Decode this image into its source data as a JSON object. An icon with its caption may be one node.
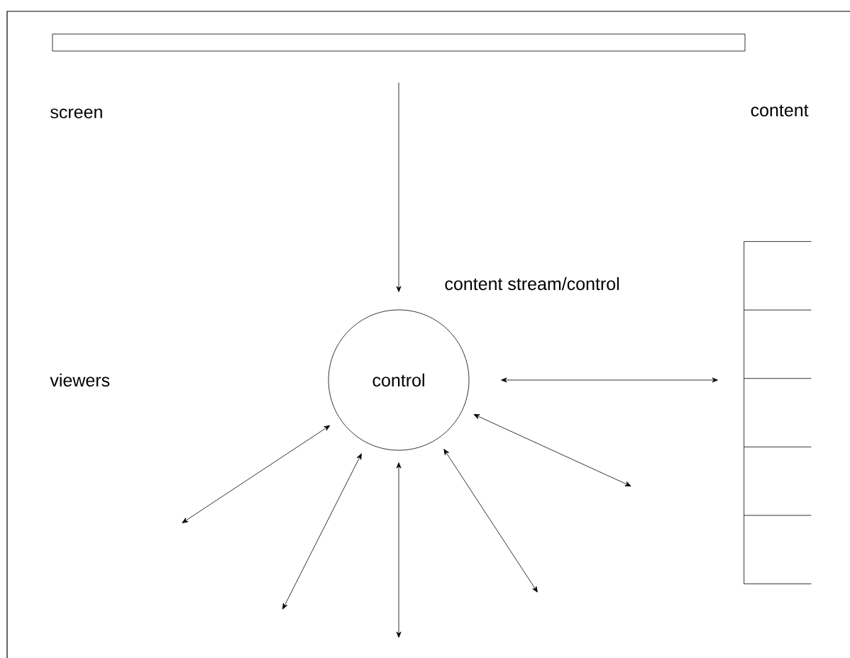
{
  "diagram": {
    "nodes": [
      {
        "text": [],
        "shape": "bar"
      },
      {
        "text": [
          "control"
        ]
      },
      {
        "text": [],
        "shape": "box"
      }
    ],
    "edges": [
      {
        "from": 0,
        "to": 1,
        "arrow": "to"
      },
      {
        "from": 1,
        "to": 2,
        "arrow": "both"
      },
      {
        "from": null,
        "to": 1,
        "arrow": "both"
      },
      {
        "from": null,
        "to": 1,
        "arrow": "both"
      },
      {
        "from": null,
        "to": 1,
        "arrow": "both"
      },
      {
        "from": null,
        "to": 1,
        "arrow": "both"
      },
      {
        "from": null,
        "to": 1,
        "arrow": "both"
      }
    ],
    "labels": [
      "screen",
      "content",
      "content stream/control",
      "viewers"
    ]
  }
}
